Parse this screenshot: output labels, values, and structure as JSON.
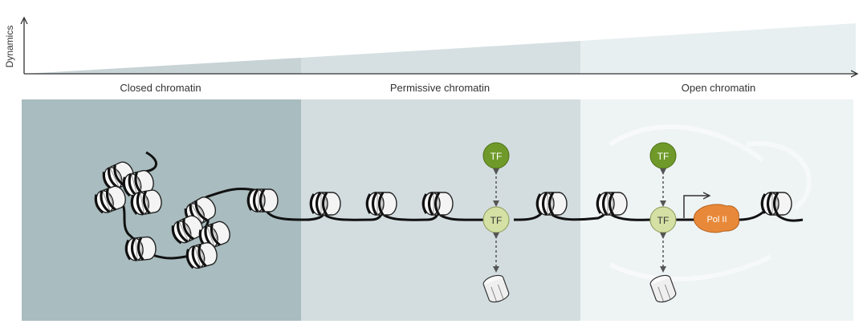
{
  "axis": {
    "y_label": "Dynamics"
  },
  "regions": [
    {
      "id": "closed",
      "label": "Closed chromatin",
      "color": "#a9bcbf",
      "band_color": "#c7d3d5"
    },
    {
      "id": "permissive",
      "label": "Permissive chromatin",
      "color": "#d3dde0",
      "band_color": "#d6e0e2"
    },
    {
      "id": "open",
      "label": "Open chromatin",
      "color": "#eef3f4",
      "band_color": "#e8eff0"
    }
  ],
  "labels": {
    "tf": "TF",
    "pol2": "Pol II"
  },
  "colors": {
    "tf_dark": "#6f9a2a",
    "tf_light": "#d4e0a4",
    "pol2": "#e8893a",
    "dna": "#1a1a1a"
  }
}
